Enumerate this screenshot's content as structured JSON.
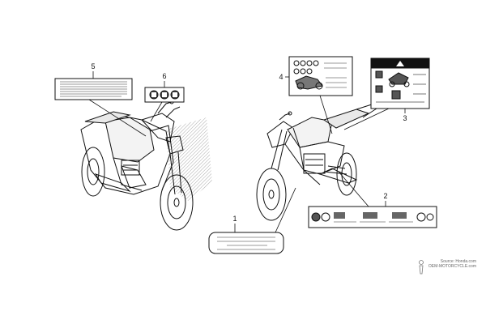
{
  "diagram": {
    "callouts": [
      {
        "id": "callout-1",
        "number": "1"
      },
      {
        "id": "callout-2",
        "number": "2"
      },
      {
        "id": "callout-3",
        "number": "3"
      },
      {
        "id": "callout-4",
        "number": "4"
      },
      {
        "id": "callout-5",
        "number": "5"
      },
      {
        "id": "callout-6",
        "number": "6"
      }
    ]
  },
  "watermark": {
    "line1": "Source: Honda.com",
    "line2": "OEM-MOTORCYCLE.com"
  },
  "colors": {
    "line": "#111111",
    "hatch": "#bdbdbd",
    "label_fill": "#ffffff"
  }
}
